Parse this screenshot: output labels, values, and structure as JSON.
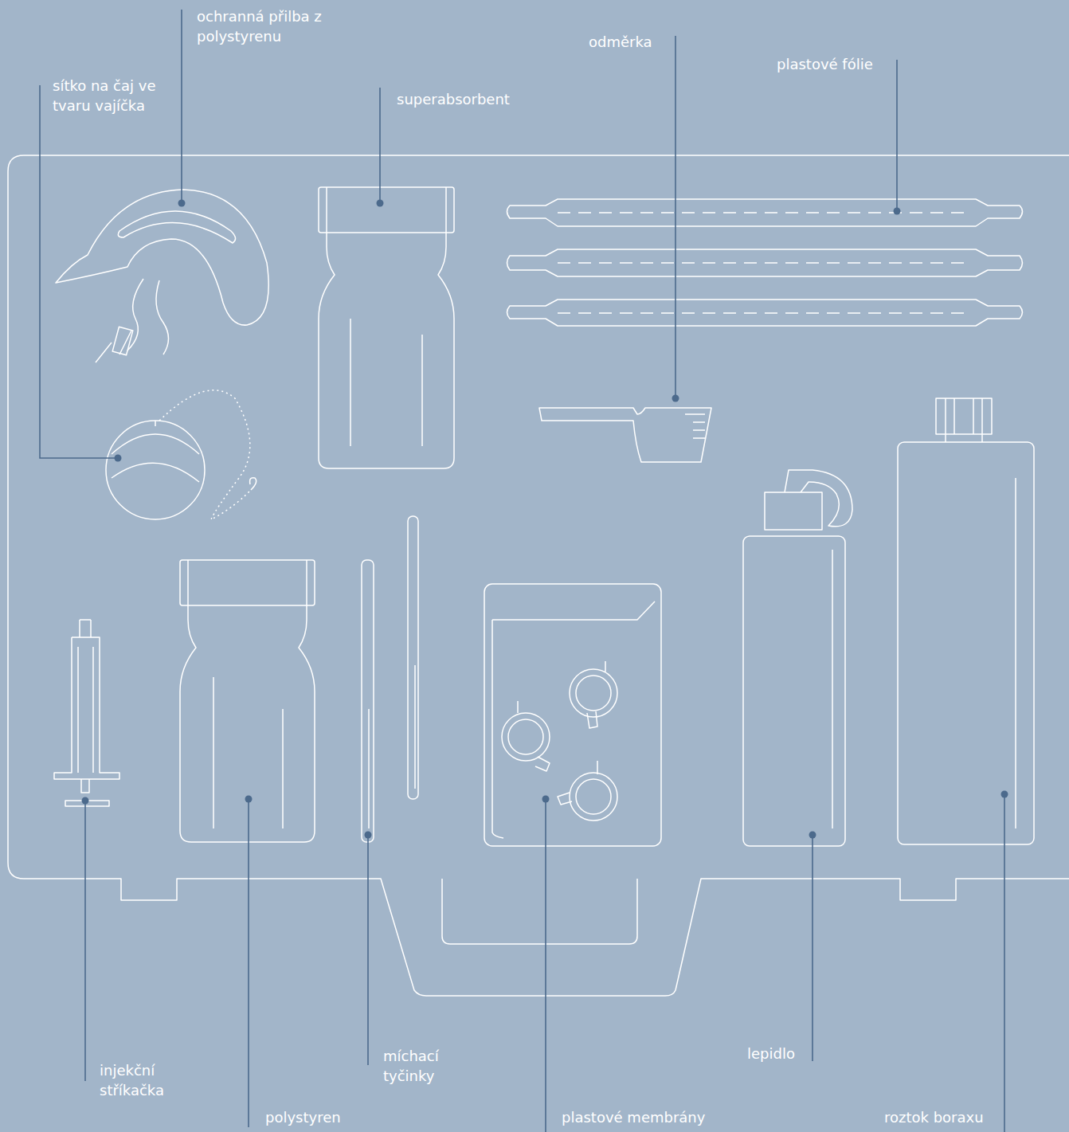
{
  "diagram": {
    "labels": [
      "ochranná přilba z polystyrenu",
      "odměrka",
      "plastové fólie",
      "sítko na čaj ve tvaru vajíčka",
      "superabsorbent",
      "injekční stříkačka",
      "míchací tyčinky",
      "lepidlo",
      "polystyren",
      "plastové membrány",
      "roztok boraxu"
    ]
  }
}
